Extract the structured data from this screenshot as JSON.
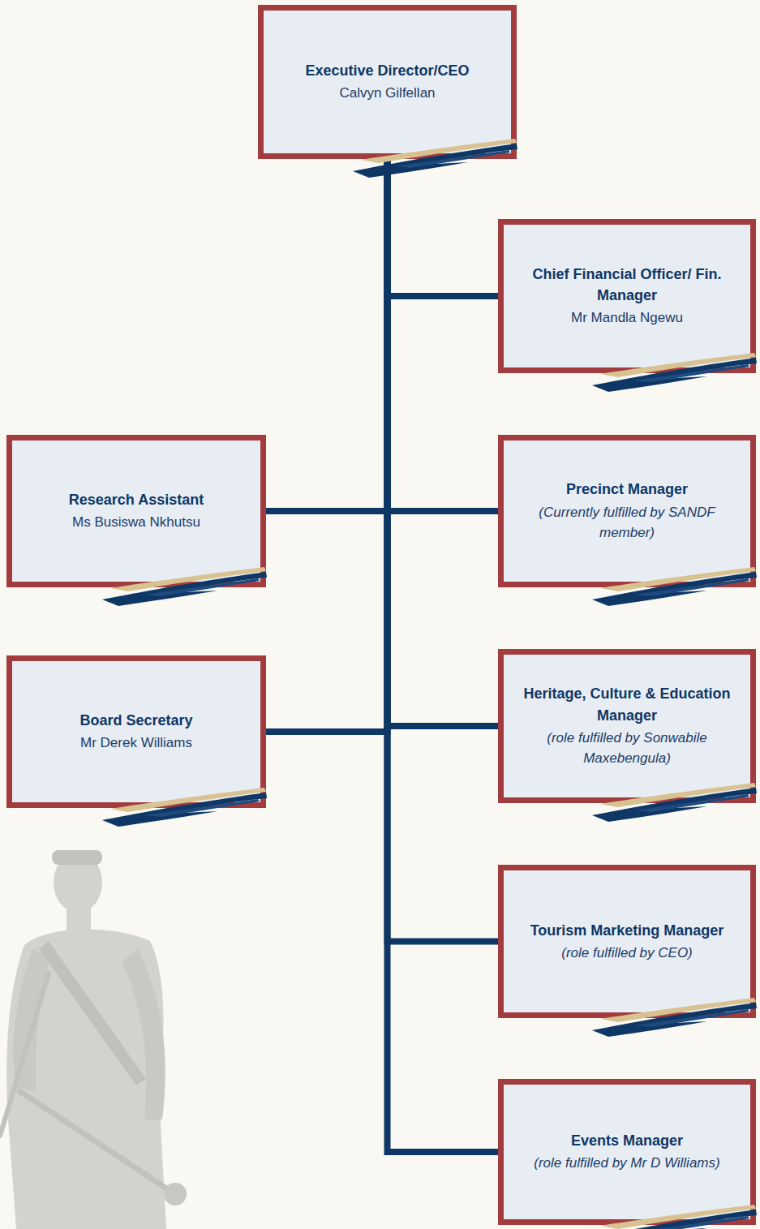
{
  "diagram": {
    "nodes": [
      {
        "text": [
          "Executive Director/CEO",
          "Calvyn Gilfellan"
        ]
      },
      {
        "text": [
          "Chief Financial Officer/ Fin. Manager",
          "Mr Mandla Ngewu"
        ]
      },
      {
        "text": [
          "Research Assistant",
          "Ms Busiswa Nkhutsu"
        ]
      },
      {
        "text": [
          "Precinct Manager",
          "(Currently fulfilled by SANDF member)"
        ]
      },
      {
        "text": [
          "Board Secretary",
          "Mr Derek Williams"
        ]
      },
      {
        "text": [
          "Heritage, Culture & Education Manager",
          "(role fulfilled by Sonwabile Maxebengula)"
        ]
      },
      {
        "text": [
          "Tourism Marketing Manager",
          "(role fulfilled by CEO)"
        ]
      },
      {
        "text": [
          "Events Manager",
          "(role fulfilled by Mr D Williams)"
        ]
      }
    ],
    "edges": [
      {
        "from": 0,
        "to": 1,
        "arrow": "none"
      },
      {
        "from": 0,
        "to": 2,
        "arrow": "none"
      },
      {
        "from": 0,
        "to": 3,
        "arrow": "none"
      },
      {
        "from": 0,
        "to": 4,
        "arrow": "none"
      },
      {
        "from": 0,
        "to": 5,
        "arrow": "none"
      },
      {
        "from": 0,
        "to": 6,
        "arrow": "none"
      },
      {
        "from": 0,
        "to": 7,
        "arrow": "none"
      }
    ]
  }
}
